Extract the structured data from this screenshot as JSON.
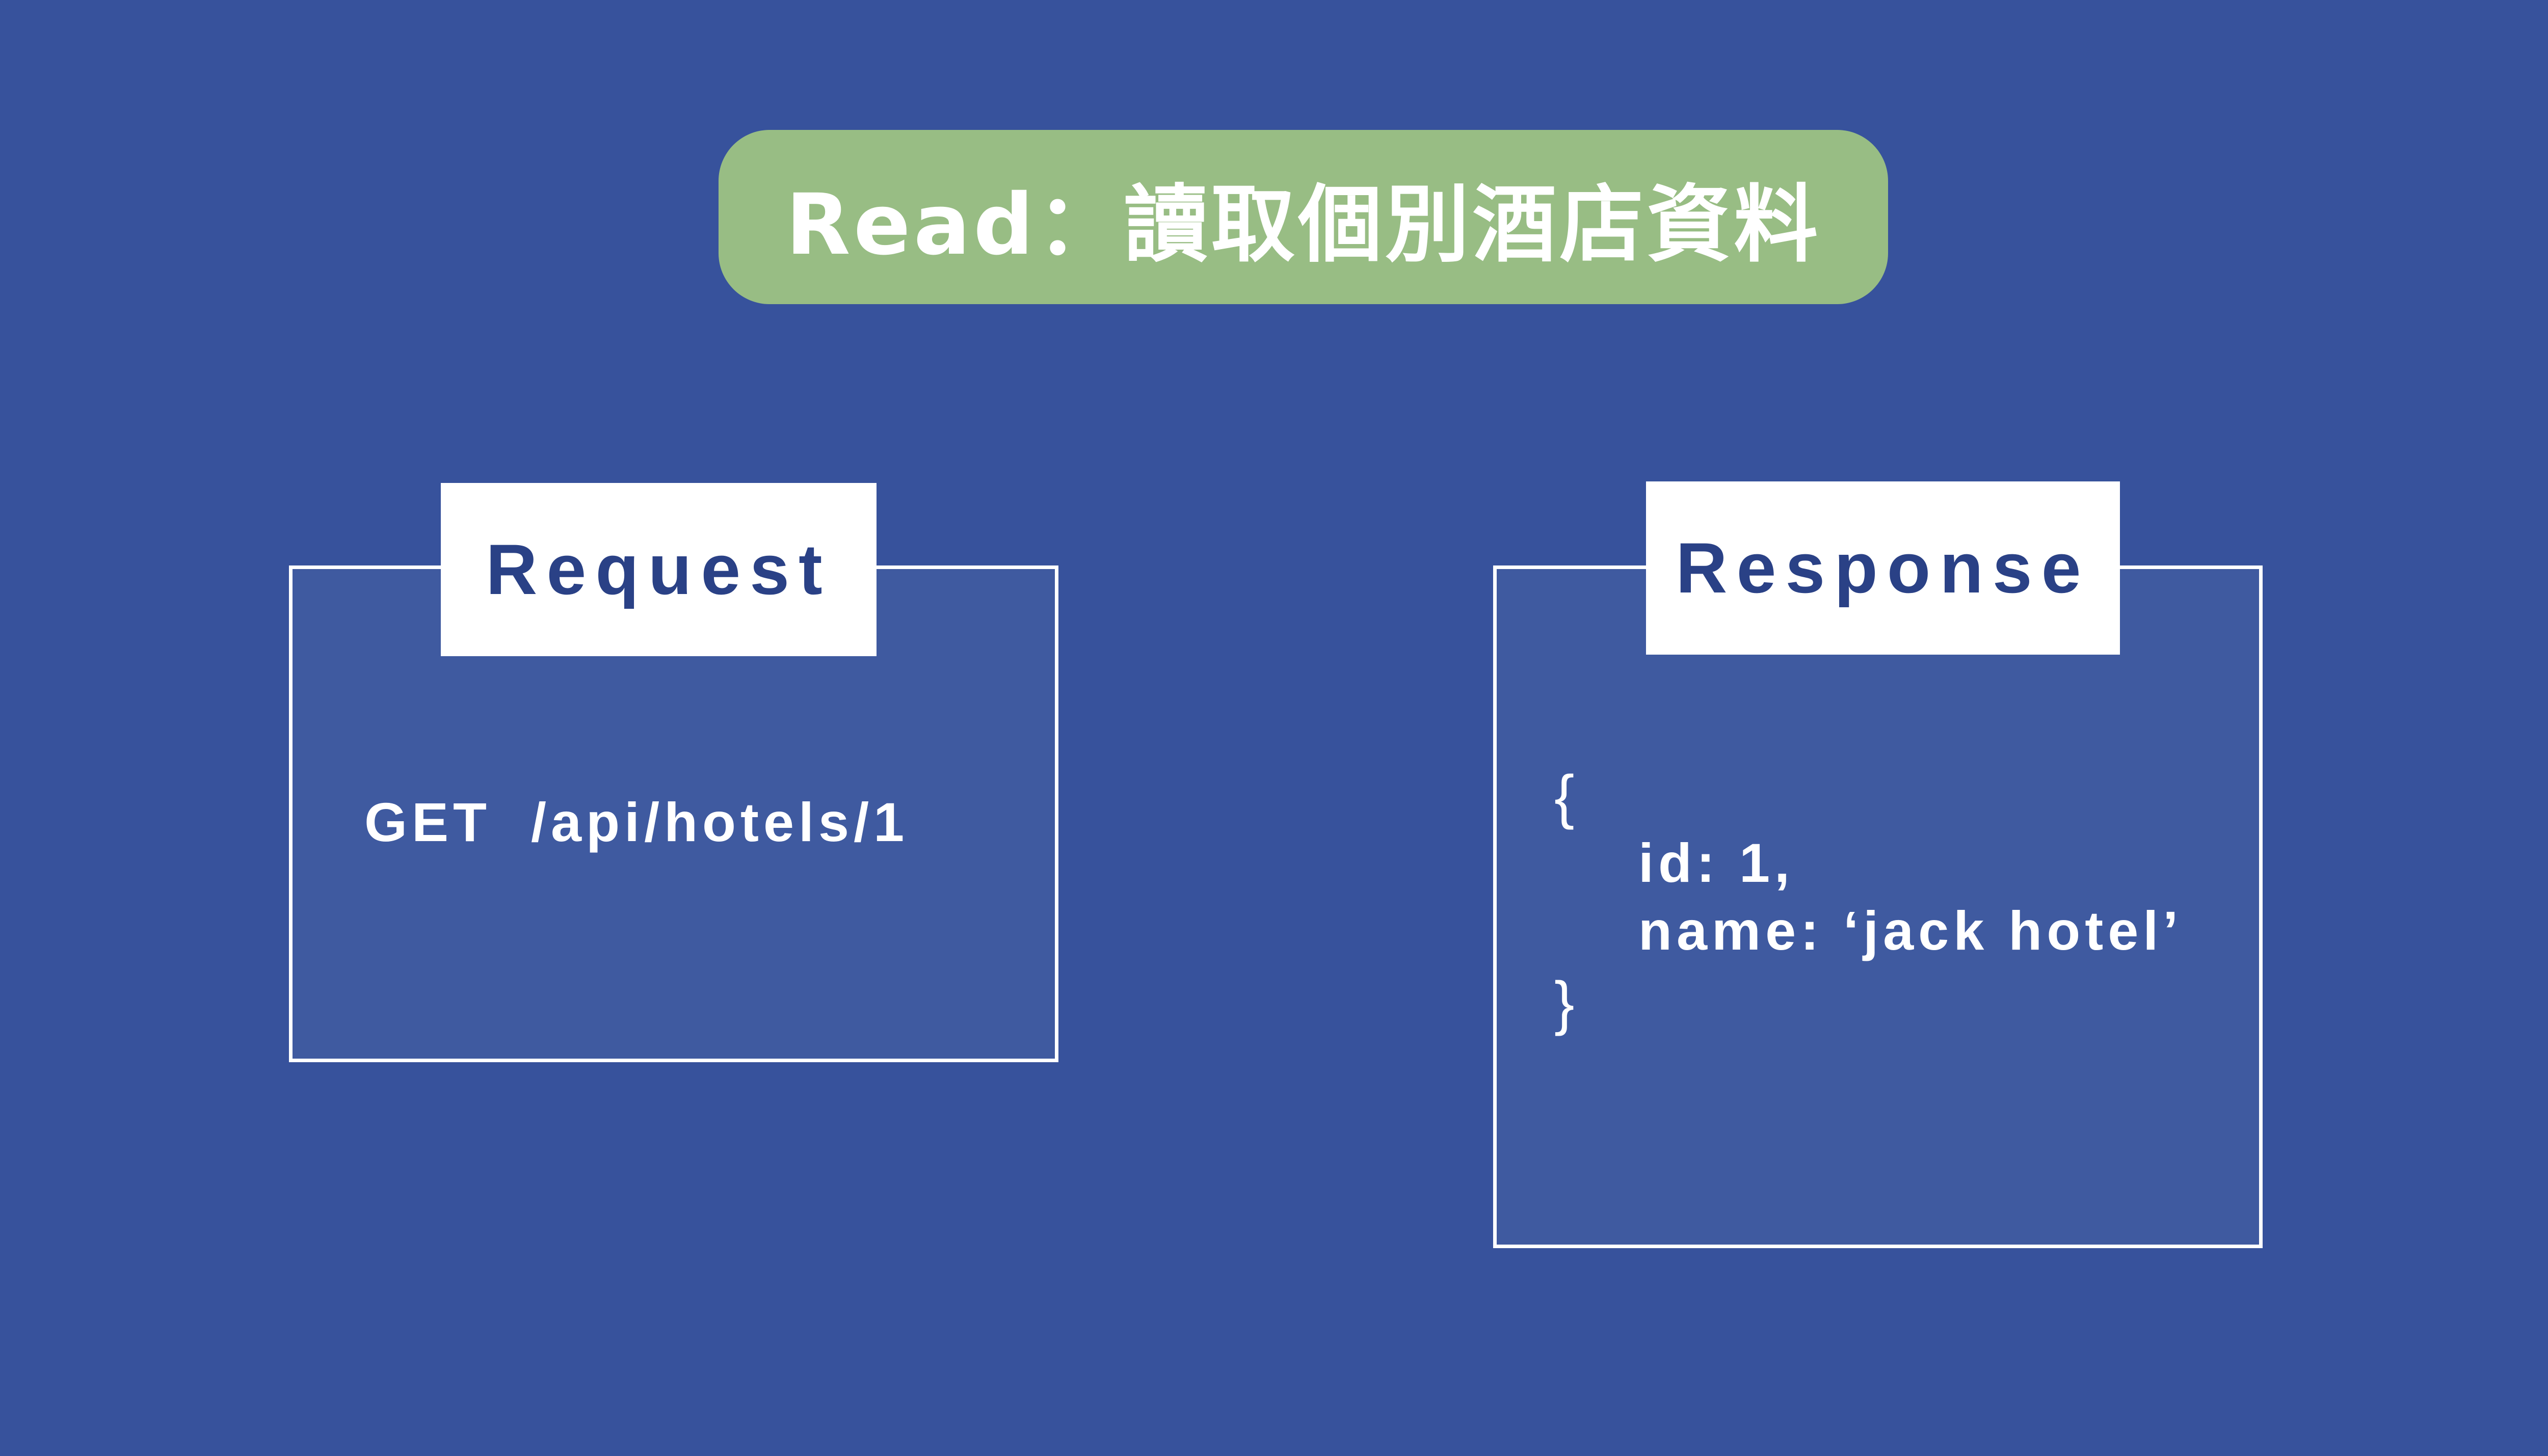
{
  "title": "Read：讀取個別酒店資料",
  "request": {
    "label": "Request",
    "line": "GET  /api/hotels/1"
  },
  "response": {
    "label": "Response",
    "open_brace": "{",
    "id_line": "id: 1,",
    "name_line": "name: ‘jack hotel’",
    "close_brace": "}"
  },
  "colors": {
    "background": "#37529c",
    "panel": "#3f5aa0",
    "title_pill": "#98bd84",
    "tab_text": "#2a4186",
    "foreground": "#ffffff"
  }
}
